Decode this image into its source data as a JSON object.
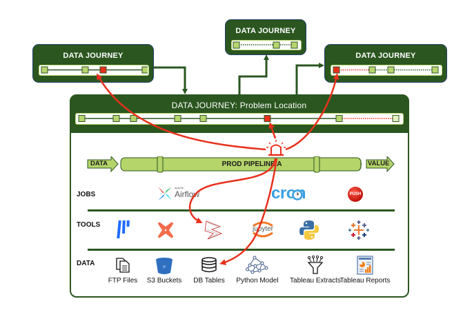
{
  "colors": {
    "dark_green": "#2b5620",
    "light_green": "#b5d46a",
    "node_green": "#b8d46f",
    "alert_red": "#e8301c",
    "pale_node": "#e6efc1"
  },
  "journeys": {
    "left": {
      "title": "DATA JOURNEY",
      "nodes": [
        "ok",
        "ok",
        "error",
        "ok"
      ],
      "segments": [
        "solid",
        "solid",
        "solid"
      ]
    },
    "top": {
      "title": "DATA JOURNEY",
      "nodes": [
        "ok",
        "ok",
        "ok"
      ],
      "segments": [
        "dotted",
        "dotted"
      ]
    },
    "right": {
      "title": "DATA JOURNEY",
      "nodes": [
        "error",
        "ok",
        "ok",
        "ok"
      ],
      "segments": [
        "dotted-red",
        "dotted",
        "dotted"
      ]
    }
  },
  "main": {
    "title": "DATA JOURNEY: Problem Location",
    "track_nodes": [
      "ok",
      "ok",
      "ok",
      "ok",
      "ok",
      "error",
      "ok",
      "pending"
    ],
    "pipeline": {
      "input_label": "DATA",
      "name": "PROD PIPELINE A",
      "output_label": "VALUE",
      "alert_icon": "siren-icon"
    },
    "rows": {
      "jobs": {
        "label": "JOBS",
        "items": [
          {
            "name": "Airflow",
            "brand": "apache",
            "icon": "airflow-icon"
          },
          {
            "name": "cron",
            "icon": "cron-icon"
          },
          {
            "name": "PUSH",
            "icon": "push-button-icon"
          }
        ]
      },
      "tools": {
        "label": "TOOLS",
        "items": [
          {
            "icon": "fivetran-icon"
          },
          {
            "icon": "dbt-icon"
          },
          {
            "icon": "sql-server-icon"
          },
          {
            "name": "jupyter",
            "icon": "jupyter-icon"
          },
          {
            "icon": "python-icon"
          },
          {
            "icon": "tableau-icon"
          }
        ]
      },
      "data": {
        "label": "DATA",
        "items": [
          {
            "name": "FTP Files",
            "icon": "files-icon"
          },
          {
            "name": "S3 Buckets",
            "icon": "bucket-icon"
          },
          {
            "name": "DB Tables",
            "icon": "database-icon"
          },
          {
            "name": "Python Model",
            "icon": "network-icon"
          },
          {
            "name": "Tableau Extracts",
            "icon": "funnel-icon"
          },
          {
            "name": "Tableau Reports",
            "icon": "report-icon"
          }
        ]
      }
    }
  }
}
